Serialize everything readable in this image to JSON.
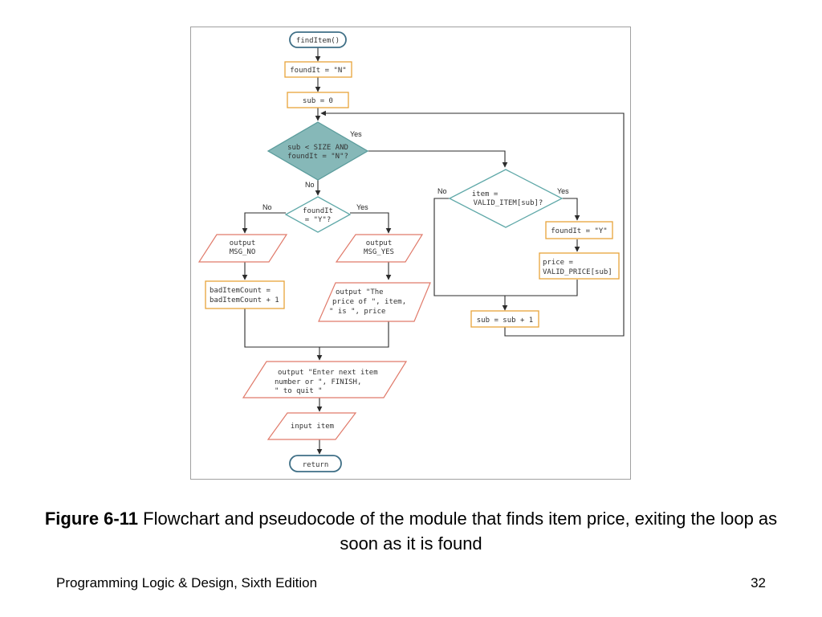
{
  "flowchart": {
    "start": "findItem()",
    "set_found": "foundIt = \"N\"",
    "set_sub": "sub = 0",
    "loop_decision": [
      "sub < SIZE AND",
      "foundIt = \"N\"?"
    ],
    "check_decision": [
      "item =",
      "VALID_ITEM[sub]?"
    ],
    "set_found_y": "foundIt = \"Y\"",
    "set_price": [
      "price =",
      "VALID_PRICE[sub]"
    ],
    "increment": "sub = sub + 1",
    "found_decision": [
      "foundIt",
      "= \"Y\"?"
    ],
    "output_no": [
      "output",
      "MSG_NO"
    ],
    "output_yes": [
      "output",
      "MSG_YES"
    ],
    "bad_count": [
      "badItemCount =",
      "badItemCount + 1"
    ],
    "output_price": [
      "output \"The",
      "price of \", item,",
      "\" is \", price"
    ],
    "output_prompt": [
      "output \"Enter next item",
      "number or \", FINISH,",
      "\" to quit \""
    ],
    "input_item": "input item",
    "end": "return",
    "labels": {
      "loop_yes": "Yes",
      "loop_no": "No",
      "check_no": "No",
      "check_yes": "Yes",
      "found_no": "No",
      "found_yes": "Yes"
    }
  },
  "caption": {
    "figure_number": "Figure 6-11",
    "text": "Flowchart and pseudocode of the module that finds item price, exiting the loop as soon as it is found"
  },
  "footer": {
    "book": "Programming Logic & Design, Sixth Edition",
    "page": "32"
  }
}
